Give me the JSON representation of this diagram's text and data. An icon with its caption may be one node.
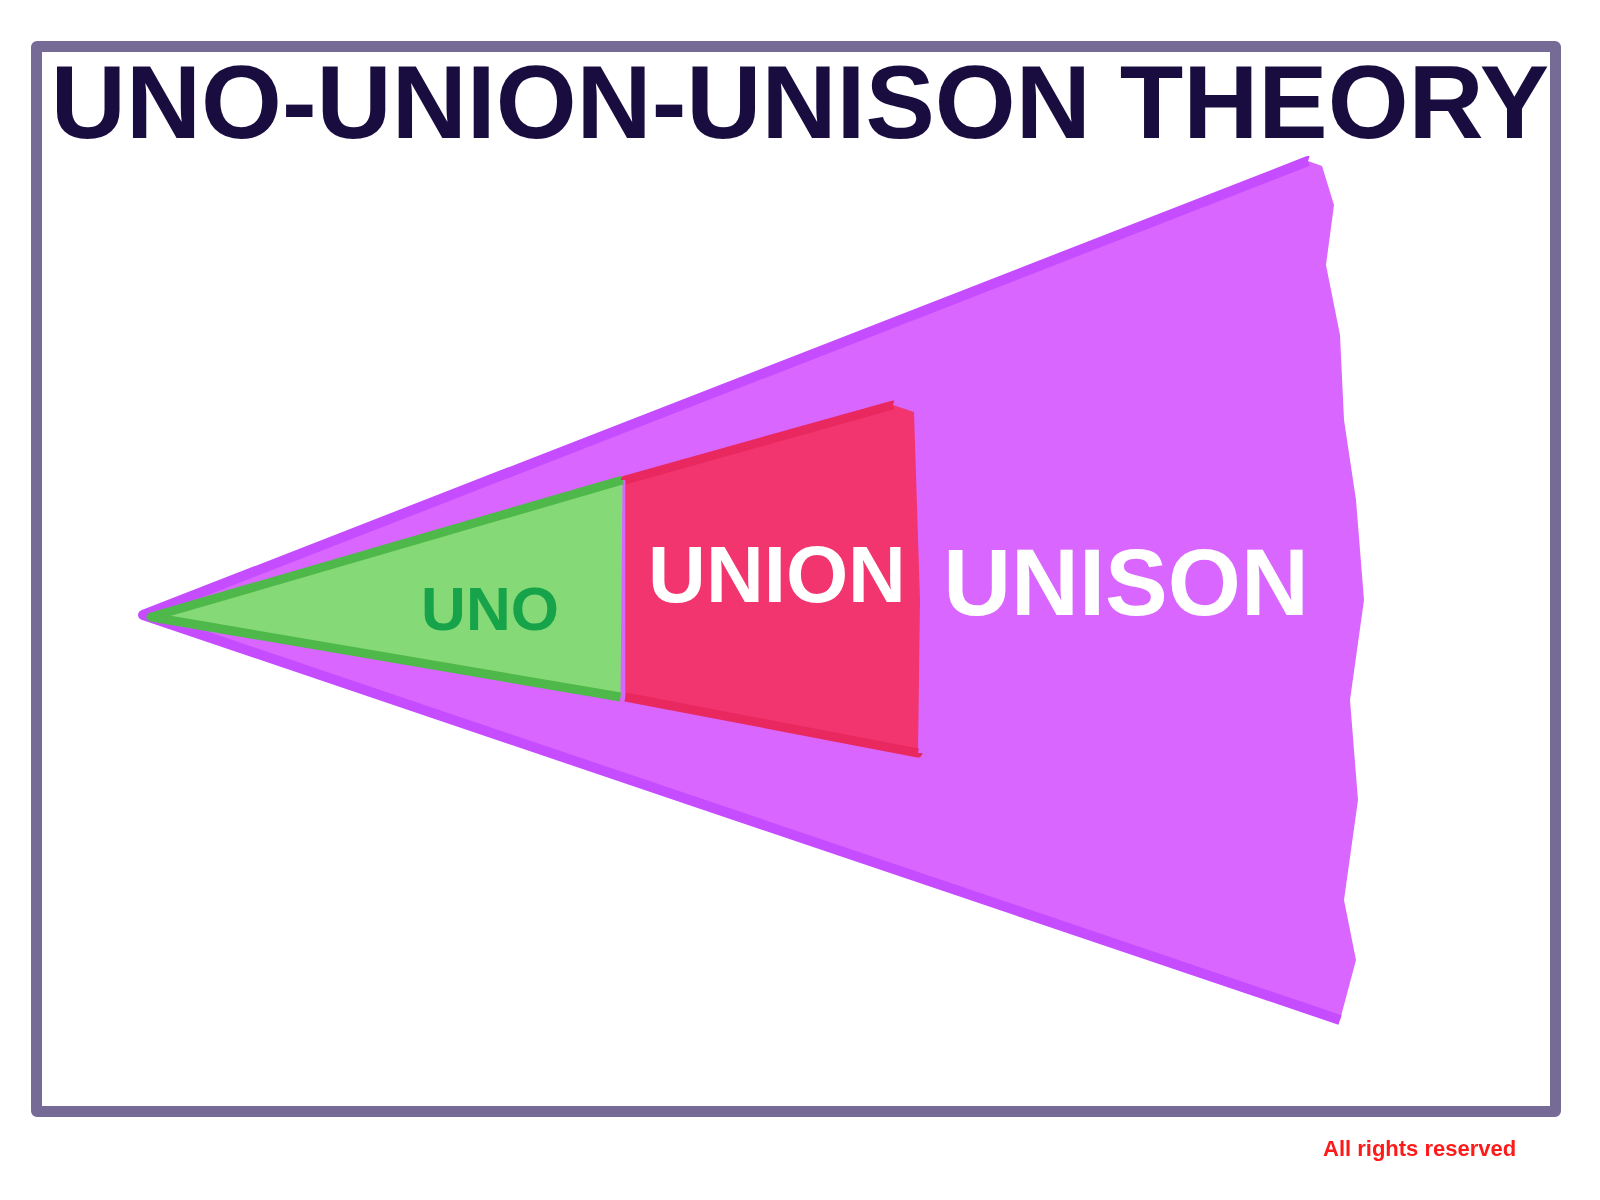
{
  "diagram": {
    "title": "UNO-UNION-UNISON THEORY",
    "nodes": [
      {
        "text": [
          "UNISON"
        ]
      },
      {
        "text": [
          "UNO"
        ],
        "in": 0
      },
      {
        "text": [
          "UNION"
        ],
        "in": 0
      }
    ],
    "labels": [
      "All rights reserved"
    ]
  }
}
